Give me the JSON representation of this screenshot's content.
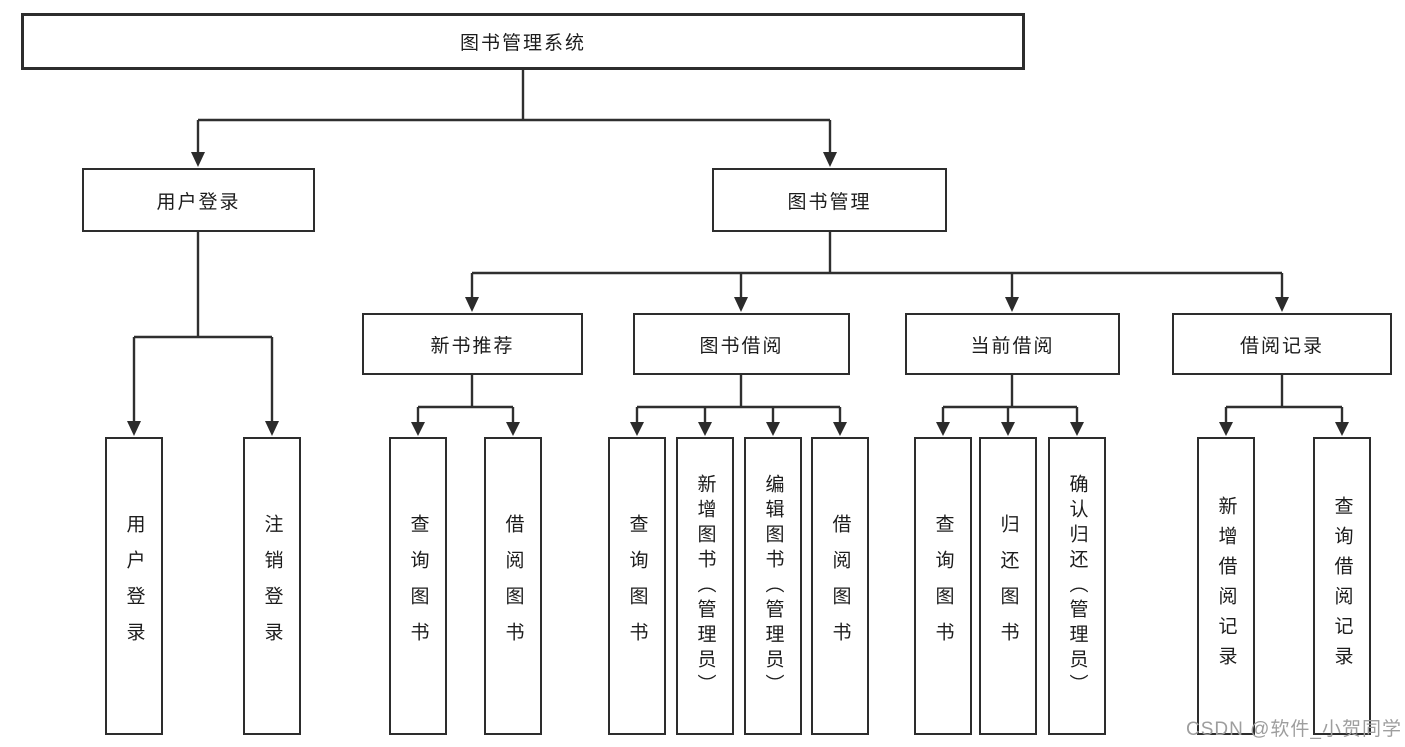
{
  "diagram": {
    "root": {
      "label": "图书管理系统"
    },
    "branches": [
      {
        "label": "用户登录",
        "children": [
          {
            "label": "用户登录"
          },
          {
            "label": "注销登录"
          }
        ]
      },
      {
        "label": "图书管理",
        "children": [
          {
            "label": "新书推荐",
            "children": [
              {
                "label": "查询图书"
              },
              {
                "label": "借阅图书"
              }
            ]
          },
          {
            "label": "图书借阅",
            "children": [
              {
                "label": "查询图书"
              },
              {
                "label": "新增图书（管理员）"
              },
              {
                "label": "编辑图书（管理员）"
              },
              {
                "label": "借阅图书"
              }
            ]
          },
          {
            "label": "当前借阅",
            "children": [
              {
                "label": "查询图书"
              },
              {
                "label": "归还图书"
              },
              {
                "label": "确认归还（管理员）"
              }
            ]
          },
          {
            "label": "借阅记录",
            "children": [
              {
                "label": "新增借阅记录"
              },
              {
                "label": "查询借阅记录"
              }
            ]
          }
        ]
      }
    ]
  },
  "watermark": {
    "text": "CSDN @软件_小贺同学"
  },
  "colors": {
    "line": "#2f2f2f",
    "border": "#2d2d2d",
    "text": "#1c1c1c",
    "watermark": "#9e9e9e",
    "background": "#ffffff"
  }
}
